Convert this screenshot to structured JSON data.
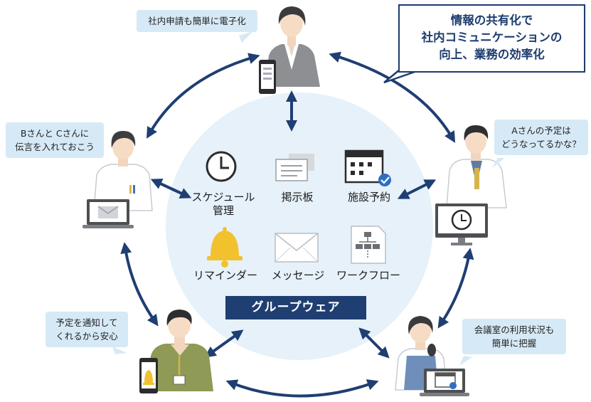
{
  "callout": {
    "lines": [
      "情報の共有化で",
      "社内コミュニケーションの",
      "向上、業務の効率化"
    ]
  },
  "center_label": "グループウェア",
  "features": [
    {
      "lines": [
        "スケジュール",
        "管理"
      ],
      "icon": "clock-icon"
    },
    {
      "lines": [
        "掲示板"
      ],
      "icon": "bulletin-board-icon"
    },
    {
      "lines": [
        "施設予約"
      ],
      "icon": "calendar-check-icon"
    },
    {
      "lines": [
        "リマインダー"
      ],
      "icon": "bell-icon"
    },
    {
      "lines": [
        "メッセージ"
      ],
      "icon": "envelope-icon"
    },
    {
      "lines": [
        "ワークフロー"
      ],
      "icon": "workflow-document-icon"
    }
  ],
  "speech": [
    {
      "lines": [
        "社内申請も簡単に電子化"
      ]
    },
    {
      "lines": [
        "Bさんと Cさんに",
        "伝言を入れておこう"
      ]
    },
    {
      "lines": [
        "Aさんの予定は",
        "どうなってるかな？"
      ]
    },
    {
      "lines": [
        "予定を通知して",
        "くれるから安心"
      ]
    },
    {
      "lines": [
        "会議室の利用状況も",
        "簡単に把握"
      ]
    }
  ],
  "colors": {
    "navy": "#1f3e72",
    "circle": "#e6f1f9",
    "bubble": "#d6e9f6",
    "bell": "#f2c12e"
  }
}
